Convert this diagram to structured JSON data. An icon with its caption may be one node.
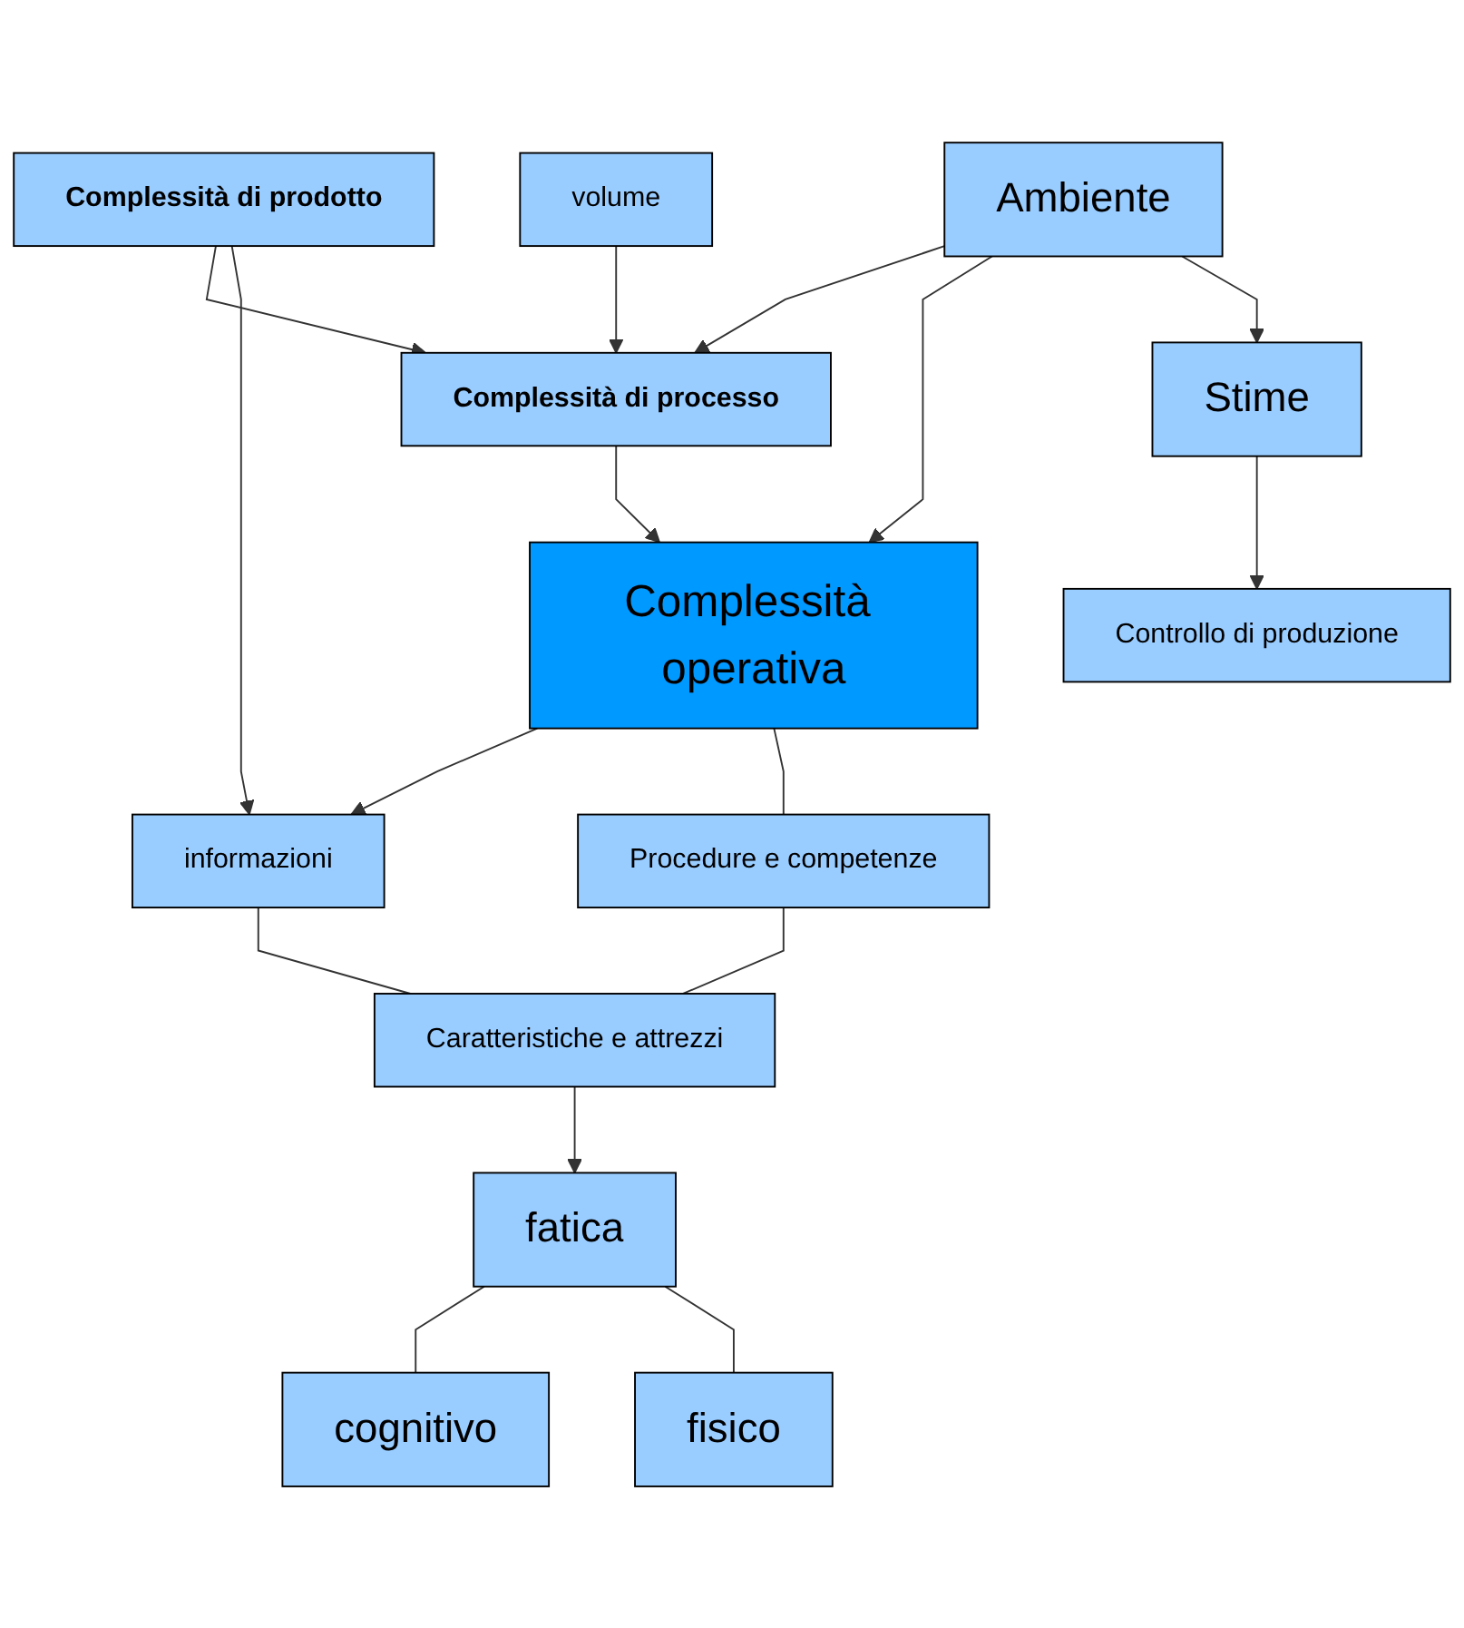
{
  "diagram": {
    "nodes": [
      {
        "text": [
          "Complessità di prodotto"
        ]
      },
      {
        "text": [
          "volume"
        ]
      },
      {
        "text": [
          "Ambiente"
        ]
      },
      {
        "text": [
          "Complessità di processo"
        ]
      },
      {
        "text": [
          "Complessità operativa"
        ]
      },
      {
        "text": [
          "informazioni"
        ]
      },
      {
        "text": [
          "Procedure e competenze"
        ]
      },
      {
        "text": [
          "Stime"
        ]
      },
      {
        "text": [
          "Caratteristiche e attrezzi"
        ]
      },
      {
        "text": [
          "Controllo di produzione"
        ]
      },
      {
        "text": [
          "fatica"
        ]
      },
      {
        "text": [
          "cognitivo"
        ]
      },
      {
        "text": [
          "fisico"
        ]
      }
    ],
    "edges": [
      {
        "from": 0,
        "to": 3,
        "arrow": "to"
      },
      {
        "from": 1,
        "to": 3,
        "arrow": "to"
      },
      {
        "from": 2,
        "to": 3,
        "arrow": "to"
      },
      {
        "from": 3,
        "to": 4,
        "arrow": "to"
      },
      {
        "from": 2,
        "to": 4,
        "arrow": "to"
      },
      {
        "from": 2,
        "to": 7,
        "arrow": "to"
      },
      {
        "from": 0,
        "to": 5,
        "arrow": "to"
      },
      {
        "from": 4,
        "to": 5,
        "arrow": "to"
      },
      {
        "from": 4,
        "to": 6,
        "arrow": "none"
      },
      {
        "from": 5,
        "to": 8,
        "arrow": "none"
      },
      {
        "from": 6,
        "to": 8,
        "arrow": "none"
      },
      {
        "from": 7,
        "to": 9,
        "arrow": "to"
      },
      {
        "from": 8,
        "to": 10,
        "arrow": "to"
      },
      {
        "from": 10,
        "to": 11,
        "arrow": "none"
      },
      {
        "from": 10,
        "to": 12,
        "arrow": "none"
      }
    ]
  }
}
